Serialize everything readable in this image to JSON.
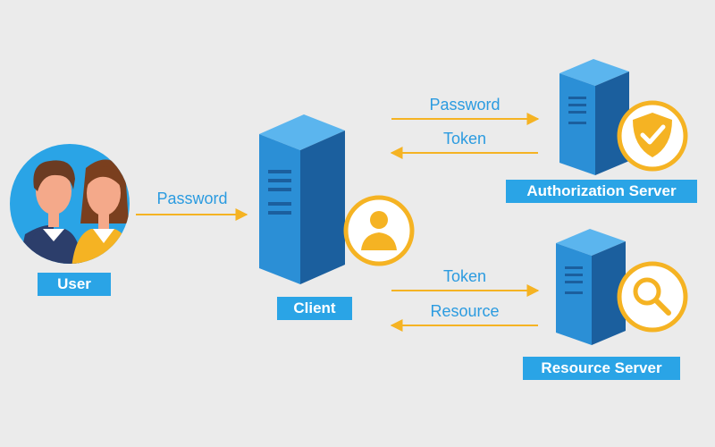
{
  "nodes": {
    "user": {
      "label": "User"
    },
    "client": {
      "label": "Client"
    },
    "auth_server": {
      "label": "Authorization Server"
    },
    "resource_server": {
      "label": "Resource Server"
    }
  },
  "flows": {
    "user_to_client": "Password",
    "client_to_auth": "Password",
    "auth_to_client": "Token",
    "client_to_resource": "Token",
    "resource_to_client": "Resource"
  },
  "icons": {
    "auth_badge": "shield-check-icon",
    "client_badge": "person-icon",
    "resource_badge": "magnifier-icon"
  },
  "colors": {
    "background": "#ebebeb",
    "server_front": "#2b8fd6",
    "server_side": "#1b5f9e",
    "label_box": "#2aa4e6",
    "arrow": "#f5b323",
    "badge_ring": "#f5b323",
    "text": "#2b9be0"
  }
}
